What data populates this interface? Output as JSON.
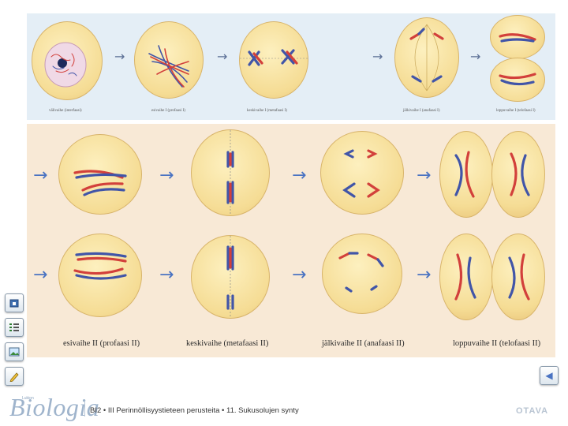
{
  "top_row": {
    "captions": [
      "välivaihe (interfaasi)",
      "esivaihe I (profaasi I)",
      "keskivaihe I (metafaasi I)",
      "jälkivaihe I (anafaasi I)",
      "loppuvaihe I (telofaasi I)"
    ]
  },
  "bottom_row": {
    "captions": [
      "esivaihe II (profaasi II)",
      "keskivaihe (metafaasi II)",
      "jälkivaihe II (anafaasi II)",
      "loppuvaihe II (telofaasi II)"
    ]
  },
  "arrows": {
    "glyph": "→"
  },
  "sidebar": {
    "buttons": [
      {
        "icon": "home-icon"
      },
      {
        "icon": "list-icon"
      },
      {
        "icon": "image-icon"
      },
      {
        "icon": "pencil-icon"
      }
    ]
  },
  "nav": {
    "back_icon": "triangle-left-icon",
    "back_glyph": "◀"
  },
  "footer": {
    "logo": "Biologia",
    "logo_prefix": "Lukion",
    "course_text": "BI2 • III Perinnöllisyystieteen perusteita • 11. Sukusolujen synty",
    "publisher": "OTAVA"
  },
  "colors": {
    "top_panel": "#e4eef6",
    "bottom_panel": "#f8e9d6",
    "cell_fill": "#f5dc94",
    "chromosome_red": "#d2403b",
    "chromosome_blue": "#4155a8",
    "arrow": "#4a73c2"
  }
}
